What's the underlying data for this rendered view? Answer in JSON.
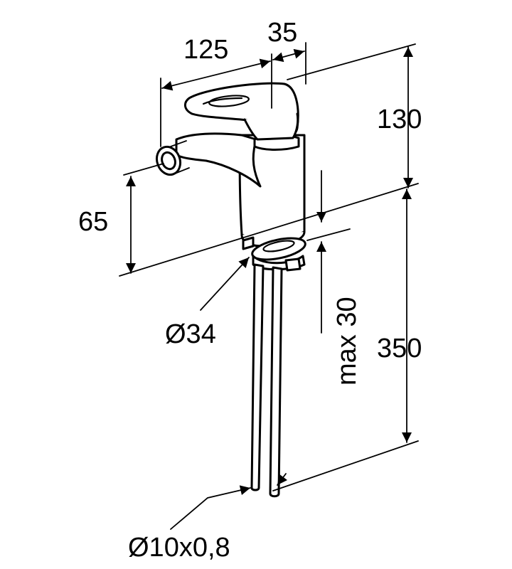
{
  "dimensions": {
    "handle_length": "125",
    "handle_offset": "35",
    "top_height": "130",
    "spout_height": "65",
    "base_diameter": "Ø34",
    "max_thickness": "max 30",
    "pipe_length": "350",
    "pipe_spec": "Ø10x0,8"
  }
}
